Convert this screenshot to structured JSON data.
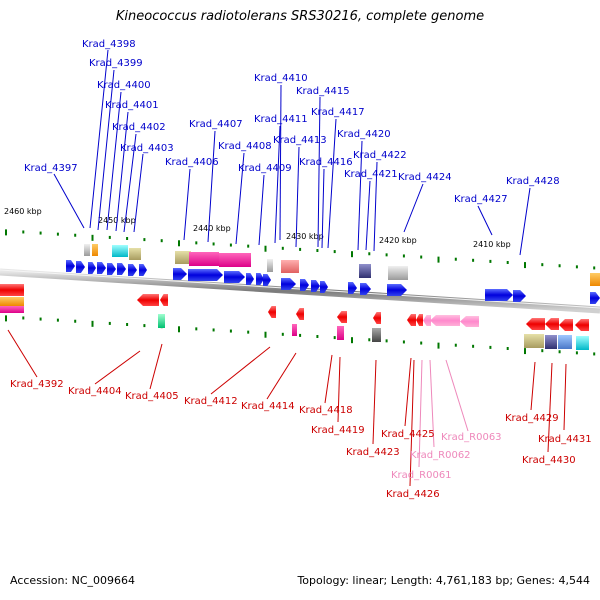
{
  "title": "Kineococcus radiotolerans SRS30216, complete genome",
  "footer": {
    "accession": "Accession: NC_009664",
    "summary": "Topology: linear; Length: 4,761,183 bp; Genes: 4,544"
  },
  "colors": {
    "forward_label": "#0000cc",
    "reverse_label": "#cc0000",
    "rna_label": "#ee88bb",
    "forward_gene": "#0000ee",
    "reverse_gene": "#ee0000",
    "rna_gene": "#ff88cc",
    "backbone": "#888888",
    "tick": "#007700"
  },
  "kbp_labels": [
    "2460 kbp",
    "2450 kbp",
    "2440 kbp",
    "2430 kbp",
    "2420 kbp",
    "2410 kbp"
  ],
  "forward_labels": [
    "Krad_4398",
    "Krad_4399",
    "Krad_4400",
    "Krad_4401",
    "Krad_4402",
    "Krad_4403",
    "Krad_4397",
    "Krad_4407",
    "Krad_4406",
    "Krad_4408",
    "Krad_4409",
    "Krad_4410",
    "Krad_4415",
    "Krad_4411",
    "Krad_4417",
    "Krad_4413",
    "Krad_4420",
    "Krad_4416",
    "Krad_4422",
    "Krad_4421",
    "Krad_4424",
    "Krad_4428",
    "Krad_4427"
  ],
  "reverse_labels": [
    "Krad_4392",
    "Krad_4404",
    "Krad_4405",
    "Krad_4412",
    "Krad_4414",
    "Krad_4418",
    "Krad_4419",
    "Krad_4423",
    "Krad_4425",
    "Krad_R0063",
    "Krad_R0062",
    "Krad_R0061",
    "Krad_4426",
    "Krad_4429",
    "Krad_4431",
    "Krad_4430"
  ],
  "rna_labels": [
    "Krad_R0063",
    "Krad_R0062",
    "Krad_R0061"
  ]
}
